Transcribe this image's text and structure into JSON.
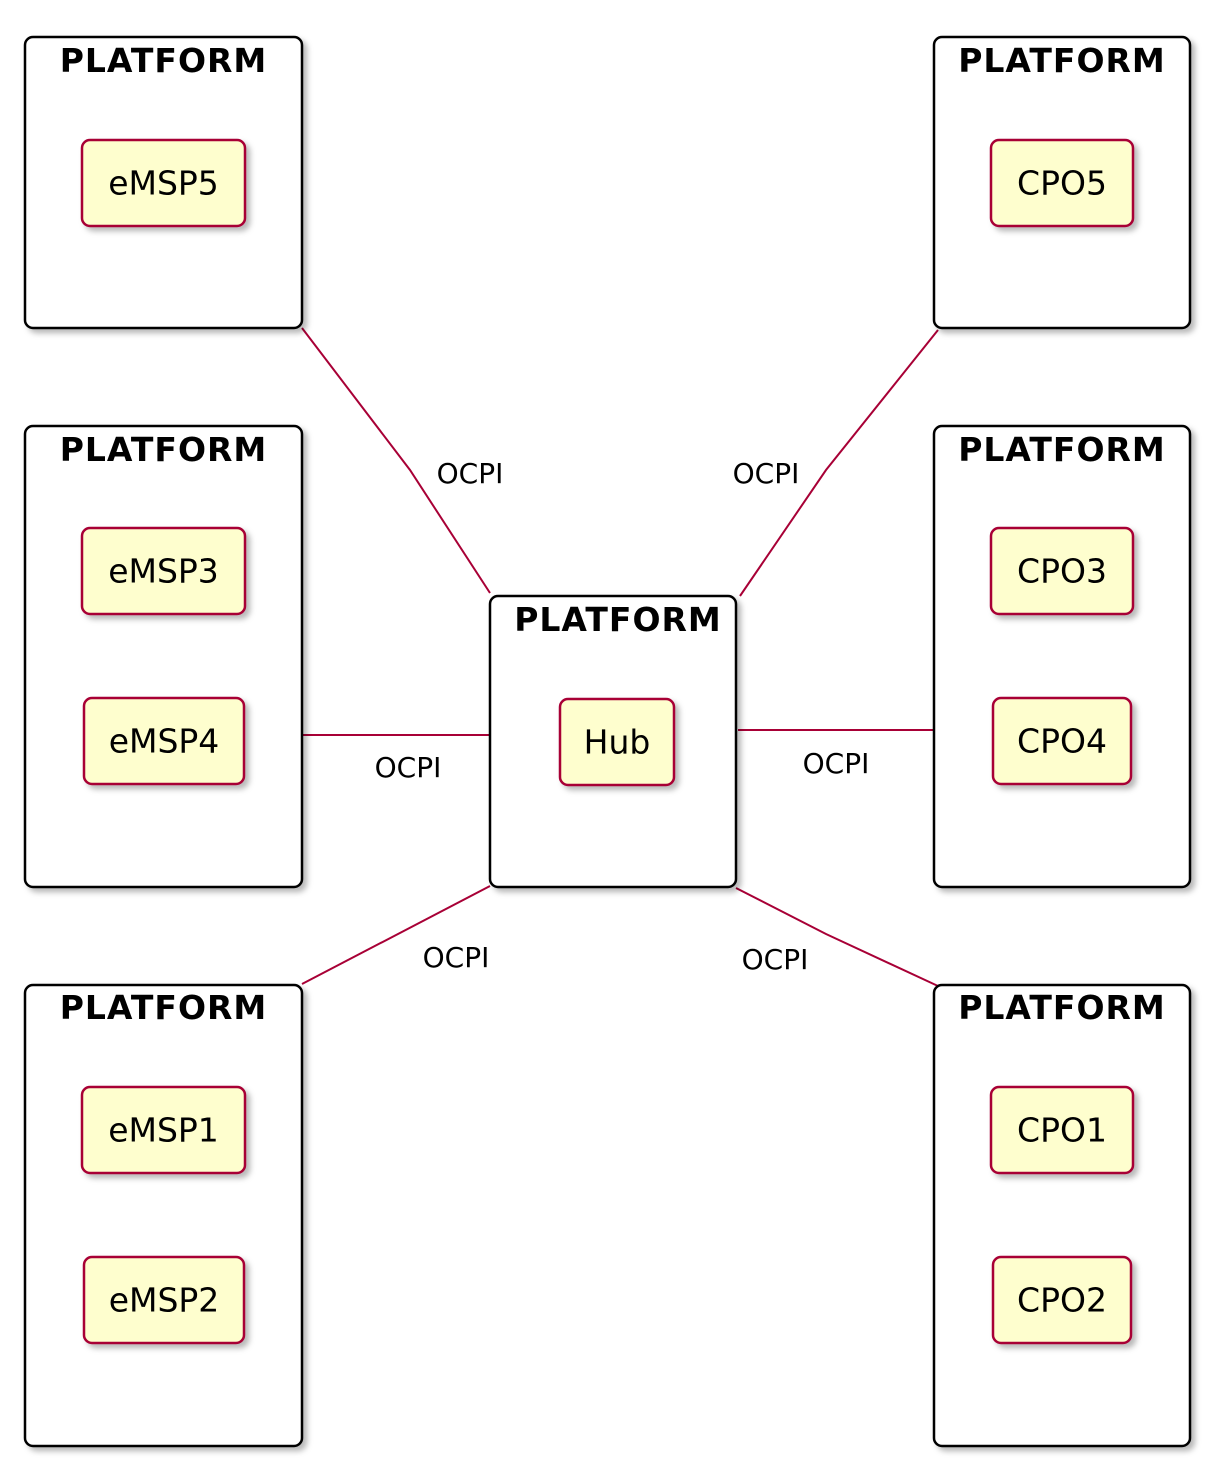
{
  "colors": {
    "node_fill": "#fefece",
    "node_border": "#a80036",
    "edge": "#a80036",
    "platform_border": "#000000"
  },
  "platforms": [
    {
      "id": "p-emsp5",
      "title": "PLATFORM",
      "nodes": [
        "eMSP5"
      ]
    },
    {
      "id": "p-emsp34",
      "title": "PLATFORM",
      "nodes": [
        "eMSP3",
        "eMSP4"
      ]
    },
    {
      "id": "p-emsp12",
      "title": "PLATFORM",
      "nodes": [
        "eMSP1",
        "eMSP2"
      ]
    },
    {
      "id": "p-hub",
      "title": "PLATFORM",
      "nodes": [
        "Hub"
      ]
    },
    {
      "id": "p-cpo5",
      "title": "PLATFORM",
      "nodes": [
        "CPO5"
      ]
    },
    {
      "id": "p-cpo34",
      "title": "PLATFORM",
      "nodes": [
        "CPO3",
        "CPO4"
      ]
    },
    {
      "id": "p-cpo12",
      "title": "PLATFORM",
      "nodes": [
        "CPO1",
        "CPO2"
      ]
    }
  ],
  "edges": [
    {
      "from": "p-emsp5",
      "to": "p-hub",
      "label": "OCPI"
    },
    {
      "from": "p-emsp34",
      "to": "p-hub",
      "label": "OCPI"
    },
    {
      "from": "p-emsp12",
      "to": "p-hub",
      "label": "OCPI"
    },
    {
      "from": "p-cpo5",
      "to": "p-hub",
      "label": "OCPI"
    },
    {
      "from": "p-cpo34",
      "to": "p-hub",
      "label": "OCPI"
    },
    {
      "from": "p-cpo12",
      "to": "p-hub",
      "label": "OCPI"
    }
  ]
}
